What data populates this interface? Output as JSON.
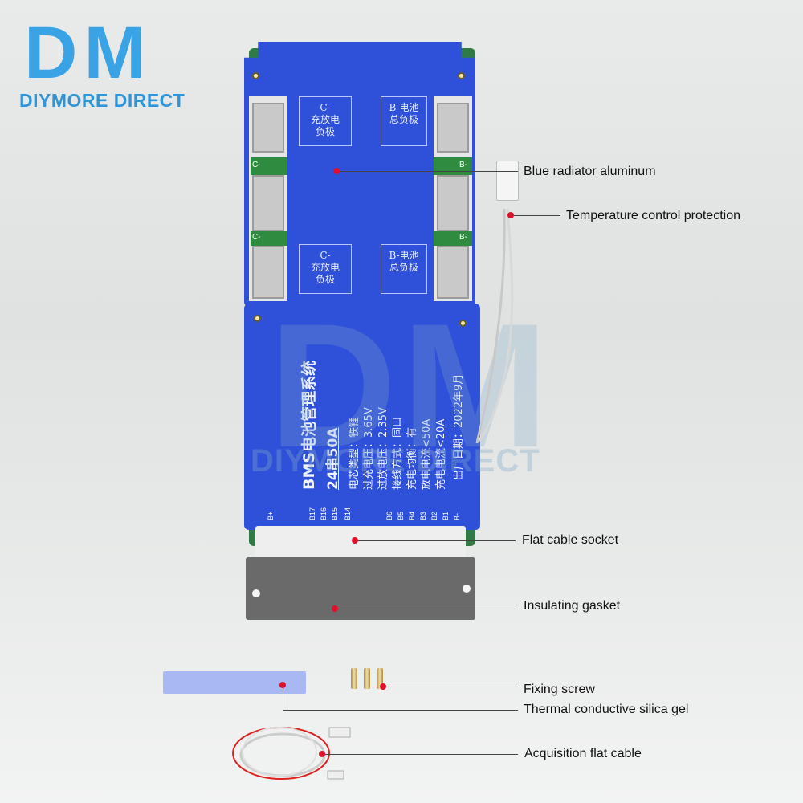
{
  "brand": {
    "mark": "DM",
    "name": "DIYMORE DIRECT"
  },
  "watermark": {
    "mark": "DM",
    "name": "DIYMORE DIRECT"
  },
  "board": {
    "top_labels": [
      {
        "line1": "C-",
        "line2": "充放电",
        "line3": "负极"
      },
      {
        "line1": "B-电池",
        "line2": "总负极",
        "line3": ""
      },
      {
        "line1": "C-",
        "line2": "充放电",
        "line3": "负极"
      },
      {
        "line1": "B-电池",
        "line2": "总负极",
        "line3": ""
      }
    ],
    "side_marks": {
      "left": "C-",
      "right": "B-"
    },
    "spec_title": "BMS电池管理系统",
    "spec_model": "24串50A",
    "spec_lines": [
      "电芯类型：铁锂",
      "过充电压：3.65V",
      "过放电压：2.35V",
      "接线方式：同口",
      "充电均衡：有",
      "放电电流<50A",
      "充电电流<20A"
    ],
    "spec_date": "出厂日期：2022年9月",
    "pins_left": [
      "B+",
      "B17",
      "B16",
      "B15"
    ],
    "pins_right": [
      "B14",
      "B6",
      "B5",
      "B4",
      "B3",
      "B2",
      "B1",
      "B-"
    ]
  },
  "callouts": [
    "Blue radiator aluminum",
    "Temperature control protection",
    "Flat cable socket",
    "Insulating gasket",
    "Fixing screw",
    "Thermal conductive silica gel",
    "Acquisition flat cable"
  ],
  "colors": {
    "plate": "#2f50d8",
    "accent": "#3aa3e6",
    "dot": "#e0102a"
  }
}
